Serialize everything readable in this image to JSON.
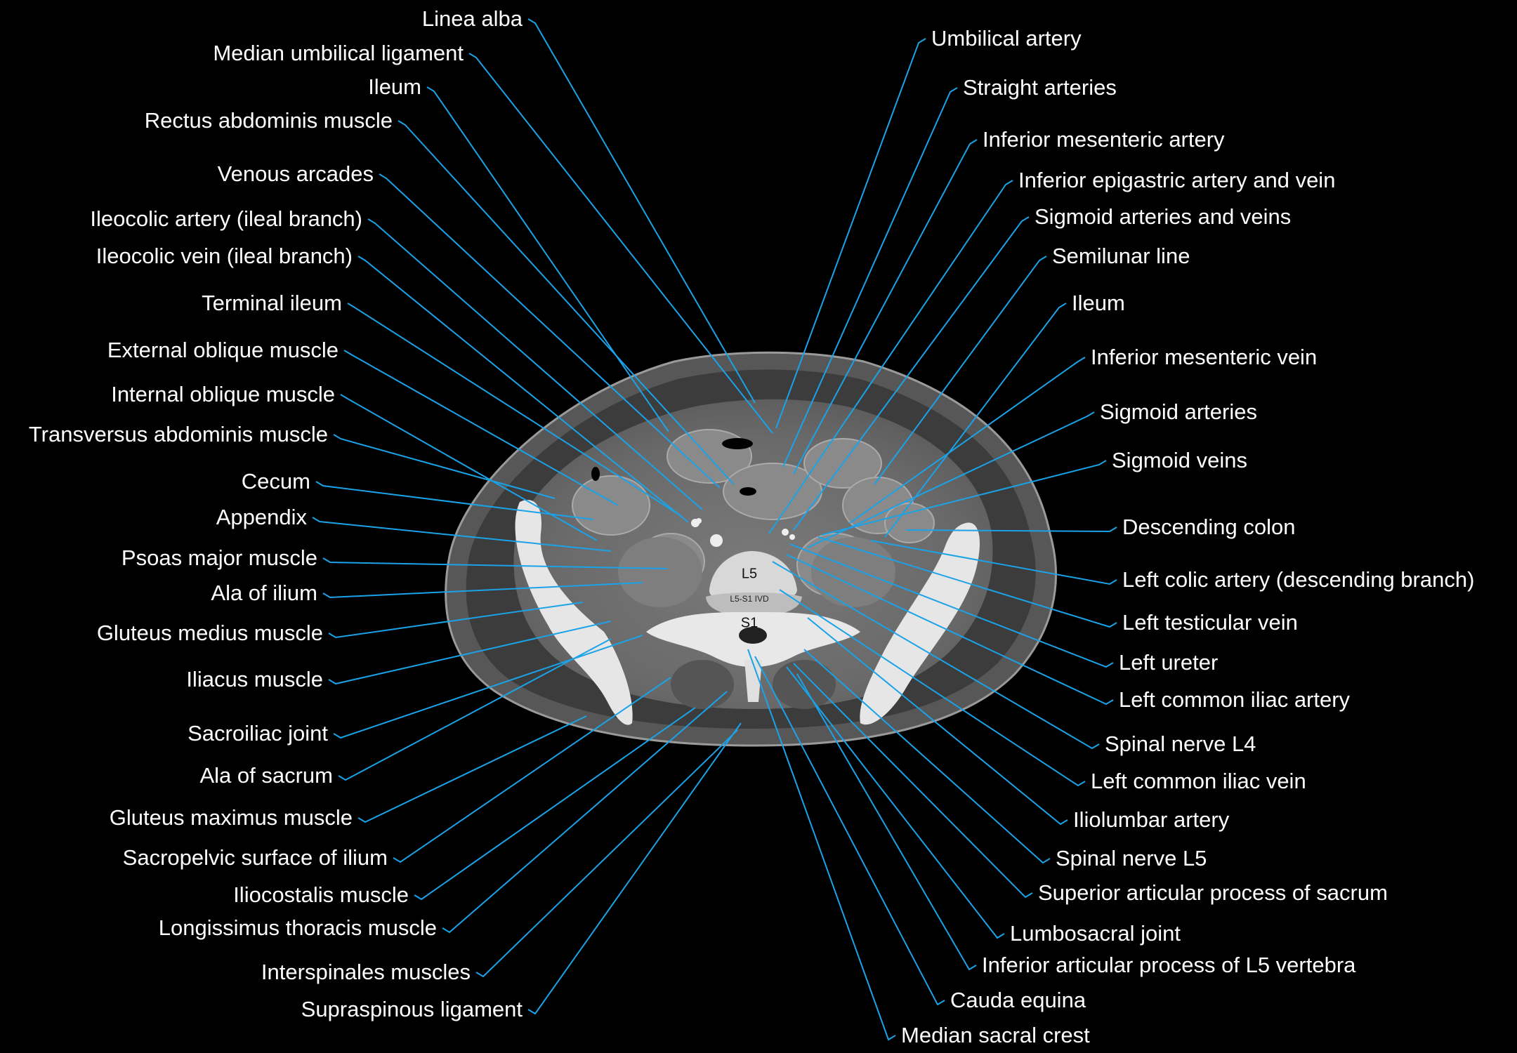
{
  "figure": {
    "colors": {
      "background": "#000000",
      "leader_line": "#1aa3e8",
      "label_text": "#ffffff"
    },
    "vertebra_labels": {
      "l5": "L5",
      "ivd": "L5-S1 IVD",
      "s1": "S1"
    },
    "left_labels": [
      "Linea alba",
      "Median umbilical ligament",
      "Ileum",
      "Rectus abdominis muscle",
      "Venous arcades",
      "Ileocolic  artery (ileal  branch)",
      "Ileocolic  vein  (ileal  branch)",
      "Terminal ileum",
      "External oblique muscle",
      "Internal oblique muscle",
      "Transversus abdominis muscle",
      "Cecum",
      "Appendix",
      "Psoas major muscle",
      "Ala of ilium",
      "Gluteus medius muscle",
      "Iliacus muscle",
      "Sacroiliac joint",
      "Ala of sacrum",
      "Gluteus maximus muscle",
      "Sacropelvic surface of ilium",
      "Iliocostalis muscle",
      "Longissimus thoracis muscle",
      "Interspinales muscles",
      "Supraspinous ligament"
    ],
    "right_labels": [
      "Umbilical artery",
      "Straight  arteries",
      "Inferior mesenteric artery",
      "Inferior epigastric artery and vein",
      "Sigmoid  arteries and veins",
      "Semilunar line",
      "Ileum",
      "Inferior mesenteric vein",
      "Sigmoid  arteries",
      "Sigmoid veins",
      "Descending colon",
      "Left colic  artery (descending branch)",
      "Left testicular vein",
      "Left ureter",
      "Left common iliac artery",
      "Spinal nerve L4",
      "Left common iliac vein",
      "Iliolumbar artery",
      "Spinal nerve L5",
      "Superior articular process of sacrum",
      "Lumbosacral joint",
      "Inferior articular process of L5 vertebra",
      "Cauda equina",
      "Median sacral crest"
    ]
  }
}
